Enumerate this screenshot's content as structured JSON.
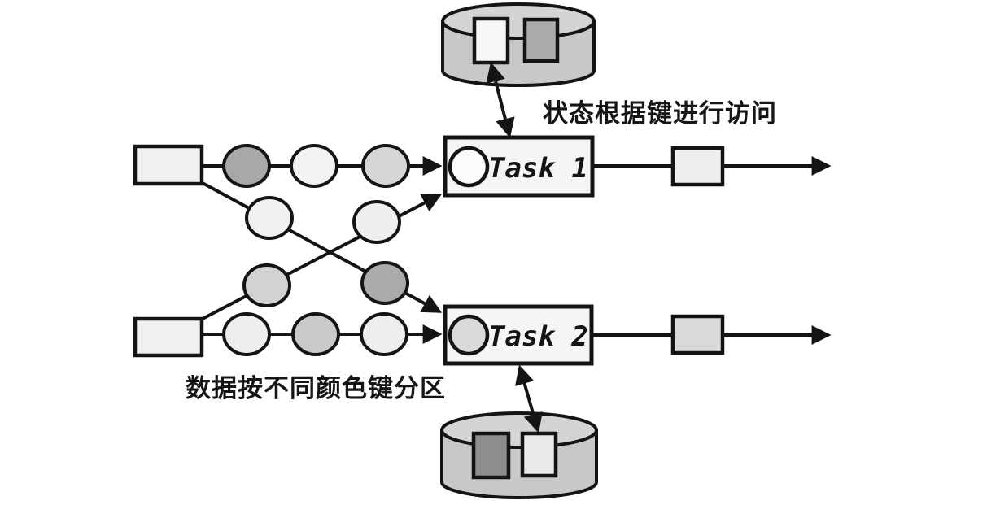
{
  "diagram": {
    "title_implied": "keyed state access diagram",
    "annotations": {
      "state_access": "状态根据键进行访问",
      "partition": "数据按不同颜色键分区"
    },
    "tasks": [
      {
        "label": "Task 1",
        "key_color": "#fbfbfb"
      },
      {
        "label": "Task 2",
        "key_color": "#d9d9d9"
      }
    ],
    "streams": {
      "row1": [
        "#a8a8a8",
        "#f2f2f2",
        "#d6d6d6"
      ],
      "row2": [
        "#ededed",
        "#c9c9c9",
        "#ededed"
      ],
      "cross": {
        "upper_left": "#f0f0f0",
        "upper_right": "#efefef",
        "lower_left": "#d2d2d2",
        "lower_right": "#aaaaaa"
      }
    },
    "state_stores": {
      "top": {
        "slots": [
          "#f6f6f6",
          "#ababab"
        ]
      },
      "bottom": {
        "slots": [
          "#8d8d8d",
          "#e9e9e9"
        ]
      }
    },
    "outputs": [
      {
        "fill": "#efefef"
      },
      {
        "fill": "#dadada"
      }
    ],
    "colors": {
      "background": "#ffffff",
      "line": "#141414",
      "cylinder_body": "#c8c8c8",
      "cylinder_top": "#d4d4d4",
      "source_fill": "#f0f0f0",
      "task_fill": "#f5f5f5"
    }
  }
}
